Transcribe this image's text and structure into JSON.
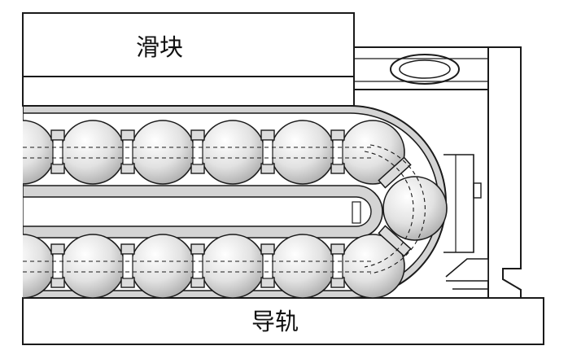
{
  "labels": {
    "slider": "滑块",
    "rail": "导轨"
  },
  "colors": {
    "stroke": "#1a1a1a",
    "background": "#ffffff",
    "track_fill": "#d4d4d4",
    "ball_light": "#ffffff",
    "ball_dark": "#a9a9a9",
    "retainer_fill": "#dcdcdc"
  },
  "balls": {
    "upper_row_count": 6,
    "lower_row_count": 6,
    "return_ball_count": 1
  }
}
